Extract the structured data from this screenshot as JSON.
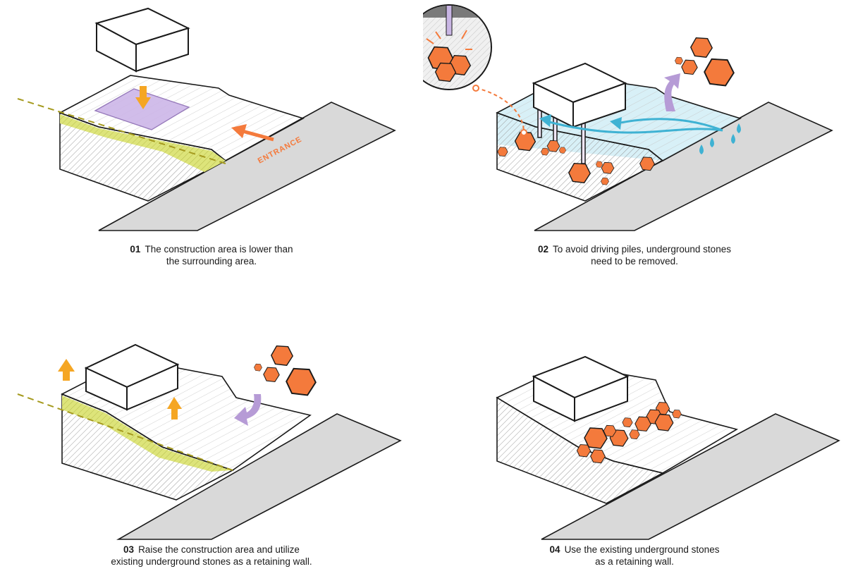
{
  "panels": [
    {
      "number": "01",
      "caption_line1": "The construction area is lower than",
      "caption_line2": "the surrounding area.",
      "label": "ENTRANCE"
    },
    {
      "number": "02",
      "caption_line1": "To avoid driving piles, underground stones",
      "caption_line2": "need to be removed."
    },
    {
      "number": "03",
      "caption_line1": "Raise the construction area and utilize",
      "caption_line2": "existing underground stones as a retaining wall."
    },
    {
      "number": "04",
      "caption_line1": "Use the existing underground stones",
      "caption_line2": "as a retaining wall."
    }
  ],
  "colors": {
    "stroke": "#1a1a1a",
    "road": "#d9d9d9",
    "stone": "#f47a3c",
    "purple": "#b69bd6",
    "yellow_fill": "#dde47a",
    "water": "#cfeaf2",
    "water_arrow": "#3fb2d3",
    "up_arrow": "#f5a623"
  },
  "icons": [
    "down-arrow-icon",
    "entrance-arrow-icon",
    "water-drop-icon",
    "up-arrow-icon",
    "curved-arrow-icon"
  ]
}
